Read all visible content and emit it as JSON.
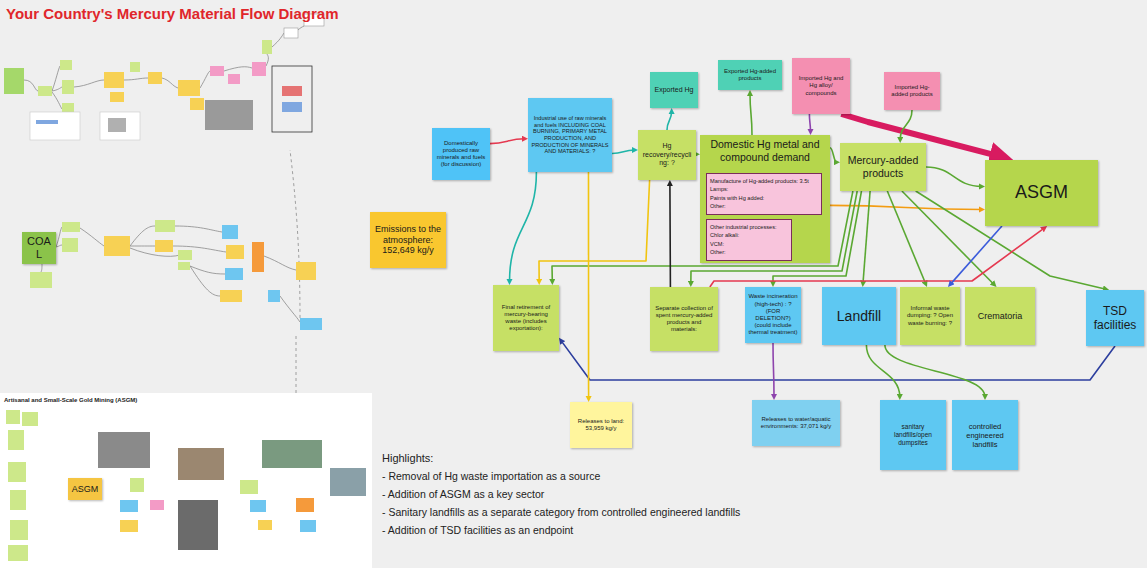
{
  "diagram": {
    "title": "Your Country's Mercury Material Flow Diagram",
    "nodes": [
      {
        "text": [
          "COAL"
        ]
      },
      {
        "text": [
          "ASGM"
        ]
      },
      {
        "text": [
          "Emissions to the atmosphere: 152,649 kg/y"
        ]
      },
      {
        "text": [
          "Domestically produced raw minerals and fuels (for discussion)"
        ]
      },
      {
        "text": [
          "Industrial use of raw minerals and fuels INCLUDING COAL BURNING, PRIMARY METAL PRODUCTION, AND PRODUCTION OF MINERALS AND MATERIALS: ?"
        ]
      },
      {
        "text": [
          "Exported Hg"
        ]
      },
      {
        "text": [
          "Exported Hg-added products"
        ]
      },
      {
        "text": [
          "Imported Hg and Hg alloy/ compounds"
        ]
      },
      {
        "text": [
          "Imported Hg-added products"
        ]
      },
      {
        "text": [
          "Hg recovery/recycling: ?"
        ]
      },
      {
        "text": [
          "Domestic Hg metal and compound demand"
        ]
      },
      {
        "text": [
          "Manufacture of Hg-added products: 3.5t",
          "Lamps:",
          "Paints with Hg added:",
          "Other:"
        ],
        "in": 10
      },
      {
        "text": [
          "Other industrial processes:",
          "Chlor alkali:",
          "VCM:",
          "Other:"
        ],
        "in": 10
      },
      {
        "text": [
          "Mercury-added products"
        ]
      },
      {
        "text": [
          "ASGM"
        ]
      },
      {
        "text": [
          "Final retirement of mercury-bearing waste (includes exportation):"
        ]
      },
      {
        "text": [
          "Separate collection of spent mercury-added products and materials:"
        ]
      },
      {
        "text": [
          "Waste incineration (high-tech) : ? (FOR DELETION?) (could include thermal treatment)"
        ]
      },
      {
        "text": [
          "Landfill"
        ]
      },
      {
        "text": [
          "Informal waste dumping: ? Open waste burning: ?"
        ]
      },
      {
        "text": [
          "Crematoria"
        ]
      },
      {
        "text": [
          "TSD facilities"
        ]
      },
      {
        "text": [
          "Releases to land: 53,959 kg/y"
        ]
      },
      {
        "text": [
          "Releases to water/aquatic environments: 37,071 kg/y"
        ]
      },
      {
        "text": [
          "sanitary landfills/open dumpsites"
        ]
      },
      {
        "text": [
          "controlled engineered landfills"
        ]
      }
    ],
    "edges": [
      {
        "from": 3,
        "to": 4,
        "arrow": "to"
      },
      {
        "from": 4,
        "to": 9,
        "arrow": "to"
      },
      {
        "from": 4,
        "to": 15,
        "arrow": "to"
      },
      {
        "from": 9,
        "to": 5,
        "arrow": "to"
      },
      {
        "from": 9,
        "to": 10,
        "arrow": "to"
      },
      {
        "from": 10,
        "to": 6,
        "arrow": "to"
      },
      {
        "from": 7,
        "to": 10,
        "arrow": "to"
      },
      {
        "from": 7,
        "to": 14,
        "arrow": "to"
      },
      {
        "from": 8,
        "to": 13,
        "arrow": "to"
      },
      {
        "from": 10,
        "to": 13,
        "arrow": "to"
      },
      {
        "from": 13,
        "to": 14,
        "arrow": "to"
      },
      {
        "from": 10,
        "to": 14,
        "arrow": "to"
      },
      {
        "from": 13,
        "to": 15,
        "arrow": "to"
      },
      {
        "from": 13,
        "to": 16,
        "arrow": "to"
      },
      {
        "from": 13,
        "to": 17,
        "arrow": "to"
      },
      {
        "from": 13,
        "to": 18,
        "arrow": "to"
      },
      {
        "from": 13,
        "to": 19,
        "arrow": "to"
      },
      {
        "from": 13,
        "to": 20,
        "arrow": "to"
      },
      {
        "from": 13,
        "to": 21,
        "arrow": "to"
      },
      {
        "from": 16,
        "to": 9,
        "arrow": "to"
      },
      {
        "from": 16,
        "to": 14,
        "arrow": "to"
      },
      {
        "from": 9,
        "to": 15,
        "arrow": "to"
      },
      {
        "from": 21,
        "to": 15,
        "arrow": "to"
      },
      {
        "from": 14,
        "to": 19,
        "arrow": "to"
      },
      {
        "from": 18,
        "to": 24,
        "arrow": "to"
      },
      {
        "from": 18,
        "to": 25,
        "arrow": "to"
      },
      {
        "from": 17,
        "to": 23,
        "arrow": "to"
      },
      {
        "from": 4,
        "to": 22,
        "arrow": "to"
      }
    ],
    "labels": [
      "Artisanal and Small-Scale Gold Mining (ASGM)",
      "Highlights:",
      "- Removal of Hg waste importation as a source",
      "- Addition of ASGM as a key sector",
      "- Sanitary landfills as a separate category from controlled engineered landfills",
      "- Addition of TSD facilities as an endpoint"
    ]
  }
}
